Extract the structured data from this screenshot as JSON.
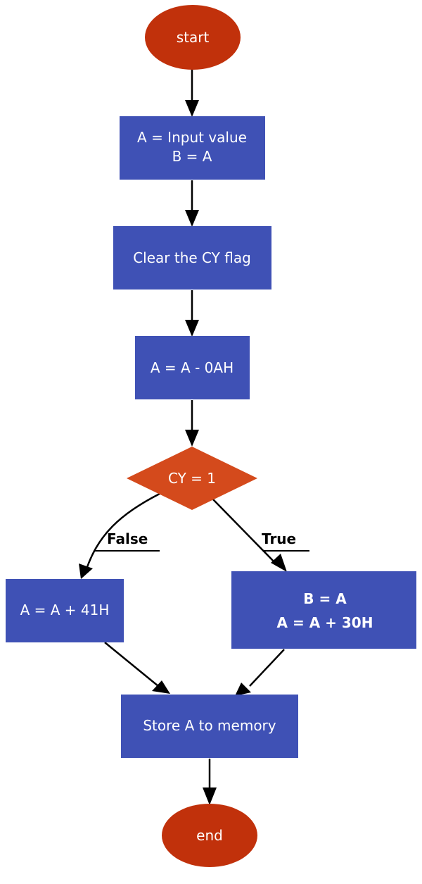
{
  "colors": {
    "terminal": "#c1310b",
    "process": "#3f51b5",
    "decision": "#d44a1c",
    "edge": "#000000"
  },
  "nodes": {
    "start": {
      "label": "start"
    },
    "init": {
      "lines": [
        "A = Input value",
        "B = A"
      ]
    },
    "clear": {
      "label": "Clear the CY flag"
    },
    "sub": {
      "label": "A = A - 0AH"
    },
    "decision": {
      "label": "CY = 1"
    },
    "false_branch": {
      "label": "A = A + 41H"
    },
    "true_branch": {
      "lines": [
        "B = A",
        "A = A + 30H"
      ]
    },
    "store": {
      "label": "Store A to memory"
    },
    "end": {
      "label": "end"
    }
  },
  "edges": {
    "false_label": "False",
    "true_label": "True"
  }
}
